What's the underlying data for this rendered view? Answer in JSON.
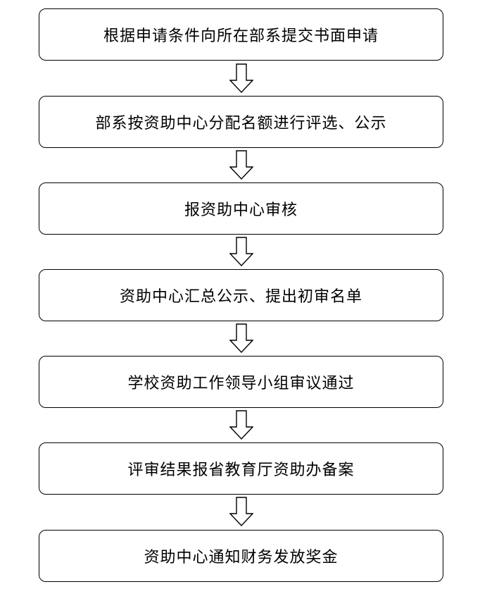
{
  "flowchart": {
    "steps": [
      {
        "label": "根据申请条件向所在部系提交书面申请"
      },
      {
        "label": "部系按资助中心分配名额进行评选、公示"
      },
      {
        "label": "报资助中心审核"
      },
      {
        "label": "资助中心汇总公示、提出初审名单"
      },
      {
        "label": "学校资助工作领导小组审议通过"
      },
      {
        "label": "评审结果报省教育厅资助办备案"
      },
      {
        "label": "资助中心通知财务发放奖金"
      }
    ],
    "colors": {
      "stroke": "#000000",
      "background": "#ffffff",
      "text": "#000000"
    }
  }
}
